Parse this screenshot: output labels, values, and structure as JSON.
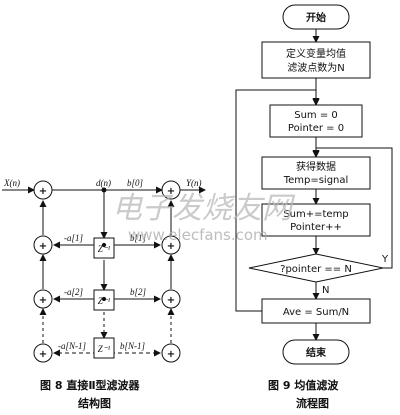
{
  "structure": {
    "input_label": "X(n)",
    "output_label": "Y(n)",
    "node_d_label": "d(n)",
    "b0_label": "b[0]",
    "delay_label": "Z⁻¹",
    "rows": [
      {
        "a_label": "-a[1]",
        "b_label": "b[1]"
      },
      {
        "a_label": "-a[2]",
        "b_label": "b[2]"
      },
      {
        "a_label": "-a[N-1]",
        "b_label": "b[N-1]"
      }
    ],
    "plus_symbol": "+",
    "caption_line1": "图 8   直接Ⅱ型滤波器",
    "caption_line2": "结构图"
  },
  "flowchart": {
    "start": "开始",
    "define_line1": "定义变量均值",
    "define_line2": "滤波点数为N",
    "init_line1": "Sum = 0",
    "init_line2": "Pointer = 0",
    "get_line1": "获得数据",
    "get_line2": "Temp=signal",
    "acc_line1": "Sum+=temp",
    "acc_line2": "Pointer++",
    "decision": "?pointer == N",
    "yes_label": "Y",
    "no_label": "N",
    "avg": "Ave = Sum/N",
    "end": "结束",
    "caption_line1": "图 9   均值滤波",
    "caption_line2": "流程图"
  },
  "watermark": {
    "text": "电子发烧友网",
    "url": "www.elecfans.com"
  }
}
